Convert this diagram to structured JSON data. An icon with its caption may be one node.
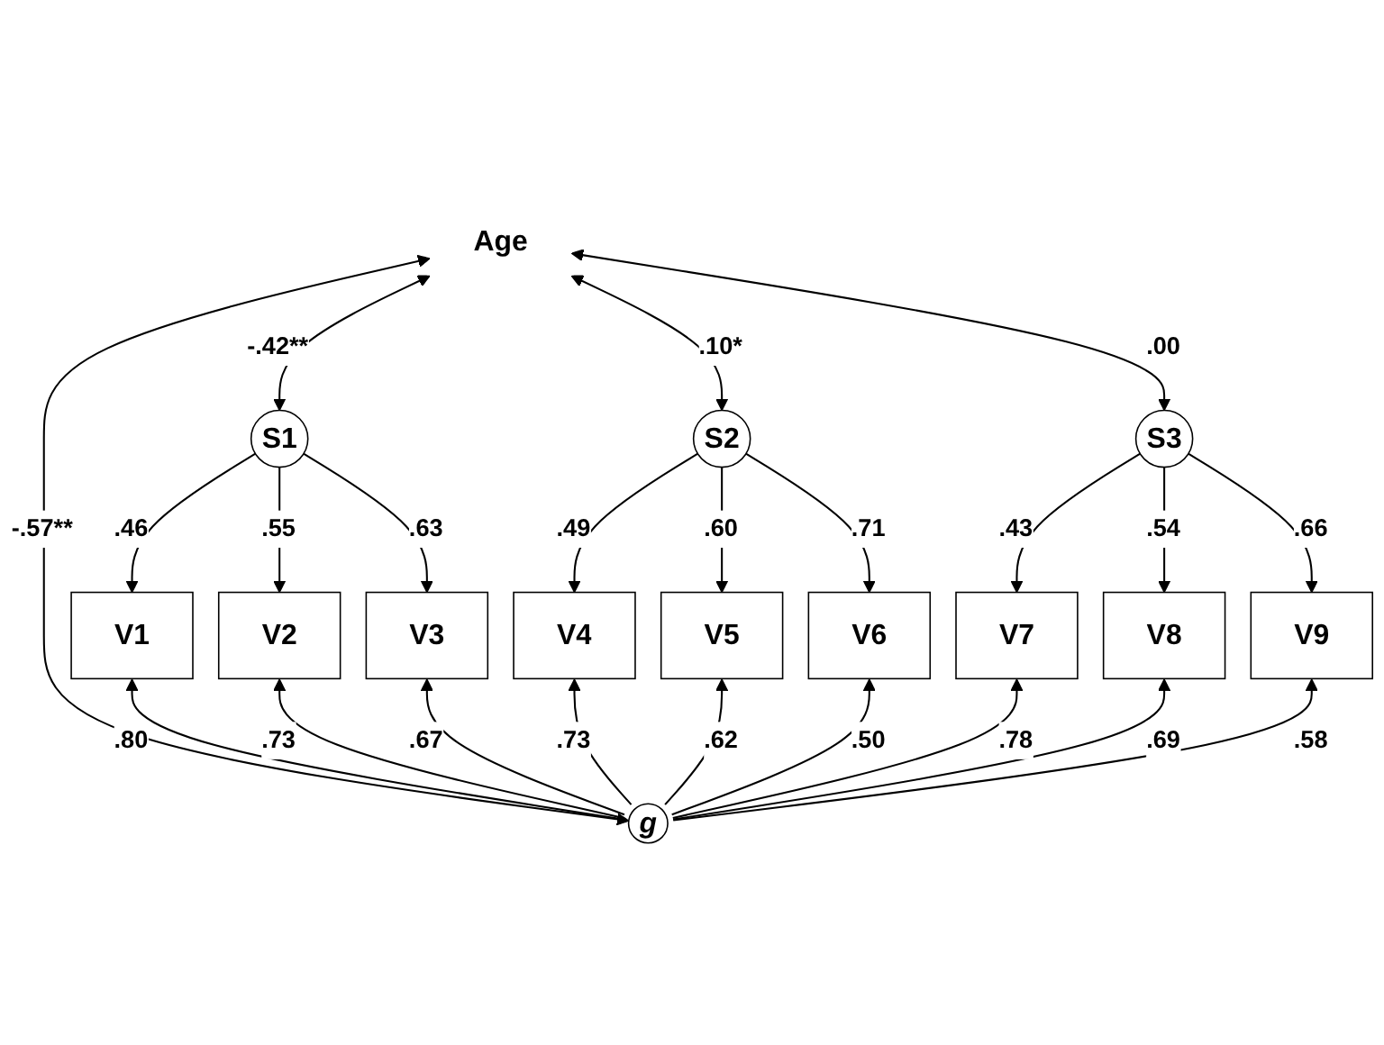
{
  "diagram": {
    "nodes": [
      {
        "text": [
          "Age"
        ]
      },
      {
        "text": [
          "S1"
        ]
      },
      {
        "text": [
          "S2"
        ]
      },
      {
        "text": [
          "S3"
        ]
      },
      {
        "text": [
          "V1"
        ]
      },
      {
        "text": [
          "V2"
        ]
      },
      {
        "text": [
          "V3"
        ]
      },
      {
        "text": [
          "V4"
        ]
      },
      {
        "text": [
          "V5"
        ]
      },
      {
        "text": [
          "V6"
        ]
      },
      {
        "text": [
          "V7"
        ]
      },
      {
        "text": [
          "V8"
        ]
      },
      {
        "text": [
          "V9"
        ]
      },
      {
        "text": [
          "g"
        ]
      }
    ],
    "edges": [
      {
        "from": 0,
        "to": 1,
        "arrow": "both",
        "label": "-.42**"
      },
      {
        "from": 0,
        "to": 2,
        "arrow": "both",
        "label": ".10*"
      },
      {
        "from": 0,
        "to": 3,
        "arrow": "both",
        "label": ".00"
      },
      {
        "from": 0,
        "to": 13,
        "arrow": "both",
        "label": "-.57**"
      },
      {
        "from": 1,
        "to": 4,
        "arrow": "to",
        "label": ".46"
      },
      {
        "from": 1,
        "to": 5,
        "arrow": "to",
        "label": ".55"
      },
      {
        "from": 1,
        "to": 6,
        "arrow": "to",
        "label": ".63"
      },
      {
        "from": 2,
        "to": 7,
        "arrow": "to",
        "label": ".49"
      },
      {
        "from": 2,
        "to": 8,
        "arrow": "to",
        "label": ".60"
      },
      {
        "from": 2,
        "to": 9,
        "arrow": "to",
        "label": ".71"
      },
      {
        "from": 3,
        "to": 10,
        "arrow": "to",
        "label": ".43"
      },
      {
        "from": 3,
        "to": 11,
        "arrow": "to",
        "label": ".54"
      },
      {
        "from": 3,
        "to": 12,
        "arrow": "to",
        "label": ".66"
      },
      {
        "from": 13,
        "to": 4,
        "arrow": "to",
        "label": ".80"
      },
      {
        "from": 13,
        "to": 5,
        "arrow": "to",
        "label": ".73"
      },
      {
        "from": 13,
        "to": 6,
        "arrow": "to",
        "label": ".67"
      },
      {
        "from": 13,
        "to": 7,
        "arrow": "to",
        "label": ".73"
      },
      {
        "from": 13,
        "to": 8,
        "arrow": "to",
        "label": ".62"
      },
      {
        "from": 13,
        "to": 9,
        "arrow": "to",
        "label": ".50"
      },
      {
        "from": 13,
        "to": 10,
        "arrow": "to",
        "label": ".78"
      },
      {
        "from": 13,
        "to": 11,
        "arrow": "to",
        "label": ".69"
      },
      {
        "from": 13,
        "to": 12,
        "arrow": "to",
        "label": ".58"
      }
    ]
  }
}
